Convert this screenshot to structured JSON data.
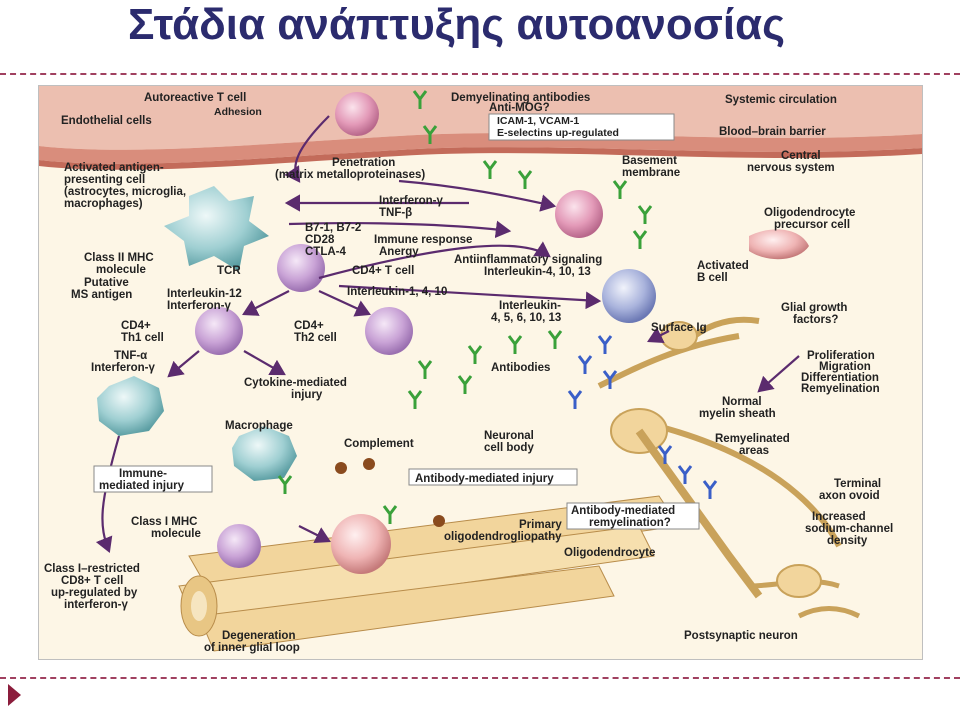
{
  "slide": {
    "title": "Στάδια ανάπτυξης αυτοανοσίας"
  },
  "diagram": {
    "labels": {
      "autoreactive_t_cell": "Autoreactive T cell",
      "adhesion": "Adhesion",
      "endothelial_cells": "Endothelial cells",
      "demyelinating_antibodies": "Demyelinating antibodies",
      "anti_mog": "Anti-MOG?",
      "icam": "ICAM-1, VCAM-1",
      "e_selectins": "E-selectins up-regulated",
      "systemic_circulation": "Systemic circulation",
      "bbb": "Blood–brain barrier",
      "apc_1": "Activated antigen-",
      "apc_2": "presenting cell",
      "apc_3": "(astrocytes, microglia,",
      "apc_4": "macrophages)",
      "penetration_1": "Penetration",
      "penetration_2": "(matrix metalloproteinases)",
      "basement_1": "Basement",
      "basement_2": "membrane",
      "cns_1": "Central",
      "cns_2": "nervous system",
      "ifn_gamma": "Interferon-γ",
      "tnf_beta": "TNF-β",
      "b7": "B7-1, B7-2",
      "cd28": "CD28",
      "immune_response": "Immune response",
      "ctla4": "CTLA-4",
      "anergy": "Anergy",
      "class2_1": "Class II MHC",
      "class2_2": "molecule",
      "tcr": "TCR",
      "putative_1": "Putative",
      "putative_2": "MS antigen",
      "cd4_t_cell": "CD4+ T cell",
      "anti_inflam_1": "Antiinflammatory signaling",
      "anti_inflam_2": "Interleukin-4, 10, 13",
      "activated_b_1": "Activated",
      "activated_b_2": "B cell",
      "odc_precursor_1": "Oligodendrocyte",
      "odc_precursor_2": "precursor cell",
      "il12": "Interleukin-12",
      "ifn_gamma_2": "Interferon-γ",
      "il_1_4_10": "Interleukin-1, 4, 10",
      "il_4_13_1": "Interleukin-",
      "il_4_13_2": "4, 5, 6, 10, 13",
      "glial_growth_1": "Glial growth",
      "glial_growth_2": "factors?",
      "th1_1": "CD4+",
      "th1_2": "Th1 cell",
      "th2_1": "CD4+",
      "th2_2": "Th2 cell",
      "surface_ig": "Surface Ig",
      "tnf_alpha": "TNF-α",
      "ifn_gamma_3": "Interferon-γ",
      "antibodies": "Antibodies",
      "prolif": "Proliferation",
      "migration": "Migration",
      "differentiation": "Differentiation",
      "remyelination": "Remyelination",
      "cytokine_1": "Cytokine-mediated",
      "cytokine_2": "injury",
      "normal_1": "Normal",
      "normal_2": "myelin sheath",
      "macrophage": "Macrophage",
      "complement": "Complement",
      "neuronal_1": "Neuronal",
      "neuronal_2": "cell body",
      "remyel_areas_1": "Remyelinated",
      "remyel_areas_2": "areas",
      "immune_injury_1": "Immune-",
      "immune_injury_2": "mediated injury",
      "ab_injury": "Antibody-mediated injury",
      "terminal_1": "Terminal",
      "terminal_2": "axon ovoid",
      "ab_remyel_1": "Antibody-mediated",
      "ab_remyel_2": "remyelination?",
      "class1_1": "Class I MHC",
      "class1_2": "molecule",
      "primary_1": "Primary",
      "primary_2": "oligodendrogliopathy",
      "increased_1": "Increased",
      "increased_2": "sodium-channel",
      "increased_3": "density",
      "oligodendrocyte": "Oligodendrocyte",
      "cd8_1": "Class I–restricted",
      "cd8_2": "CD8+ T cell",
      "cd8_3": "up-regulated by",
      "cd8_4": "interferon-γ",
      "degeneration_1": "Degeneration",
      "degeneration_2": "of inner glial loop",
      "postsynaptic": "Postsynaptic neuron"
    },
    "colors": {
      "vessel": "#e9b7a8",
      "endothelium": "#d98d7c",
      "lymphocyte": "#c9a3d6",
      "macrophage": "#a8cfd0",
      "neuron": "#f2d59c",
      "antibody_green": "#3aa13a",
      "antibody_blue": "#3a5fc8",
      "arrow": "#5b2b6e"
    }
  }
}
